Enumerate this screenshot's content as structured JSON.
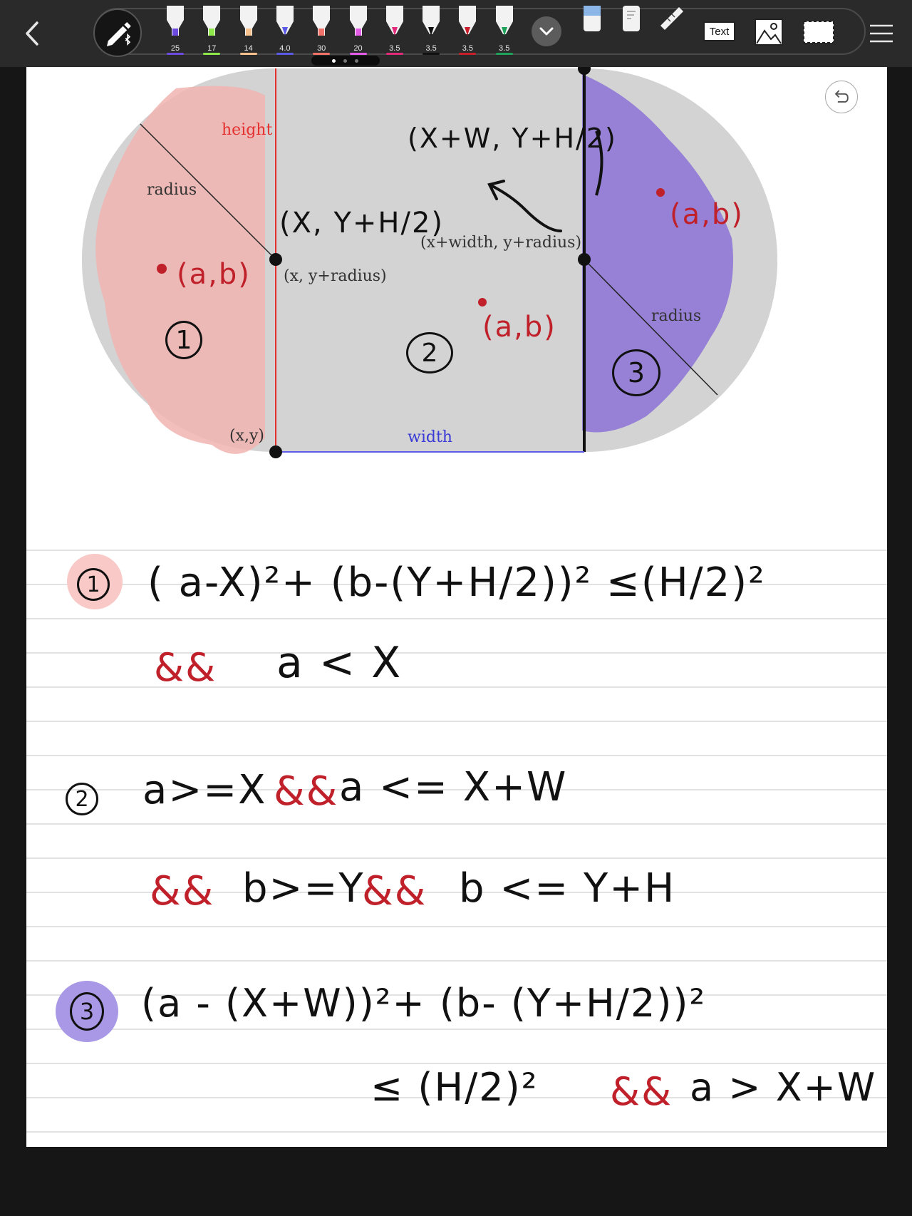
{
  "toolbar": {
    "pens": [
      {
        "size": "25",
        "color": "#6d4ae0",
        "icon": "highlighter-icon"
      },
      {
        "size": "17",
        "color": "#8fe84a",
        "icon": "highlighter-icon"
      },
      {
        "size": "14",
        "color": "#f6c18c",
        "icon": "highlighter-icon"
      },
      {
        "size": "4.0",
        "color": "#5a5ae6",
        "icon": "pen-icon"
      },
      {
        "size": "30",
        "color": "#f2726a",
        "icon": "highlighter-icon"
      },
      {
        "size": "20",
        "color": "#e45be8",
        "icon": "highlighter-icon"
      },
      {
        "size": "3.5",
        "color": "#e2297a",
        "icon": "pen-icon"
      },
      {
        "size": "3.5",
        "color": "#111111",
        "icon": "pen-icon"
      },
      {
        "size": "3.5",
        "color": "#c81f2a",
        "icon": "pen-icon"
      },
      {
        "size": "3.5",
        "color": "#1ea25a",
        "icon": "pen-icon"
      }
    ],
    "text_tool_label": "Text"
  },
  "diagram": {
    "printed_labels": {
      "height": "height",
      "radius_left": "radius",
      "radius_right": "radius",
      "width": "width",
      "xy": "(x,y)",
      "x_yradius": "(x, y+radius)",
      "xwidth_yradius": "(x+width, y+radius)"
    },
    "handwritten": {
      "left_center": "(X, Y+H/2)",
      "right_top": "(X+W, Y+H/2)",
      "ab_left": "(a,b)",
      "ab_mid": "(a,b)",
      "ab_right": "(a,b)",
      "region1": "1",
      "region2": "2",
      "region3": "3"
    }
  },
  "notes": {
    "c1_num": "1",
    "c1_line1": "( a-X)²+ (b-(Y+H/2))² ≤(H/2)²",
    "c1_and": "&&",
    "c1_line2": "a < X",
    "c2_num": "2",
    "c2_a": "a>=X",
    "c2_and1": "&&",
    "c2_b": "a <= X+W",
    "c2_and2": "&&",
    "c2_c": "b>=Y",
    "c2_and3": "&&",
    "c2_d": "b <= Y+H",
    "c3_num": "3",
    "c3_line1": "(a - (X+W))²+ (b- (Y+H/2))²",
    "c3_line2a": "≤ (H/2)²",
    "c3_and": "&&",
    "c3_line2b": "a > X+W"
  },
  "colors": {
    "toolbar_bg": "#2a2a2a",
    "page_bg": "#ffffff",
    "shape_fill": "#d3d3d3",
    "pink_highlight": "#f0b4b0",
    "purple_highlight": "#9b86dc",
    "handwriting_red": "#c0202a"
  }
}
